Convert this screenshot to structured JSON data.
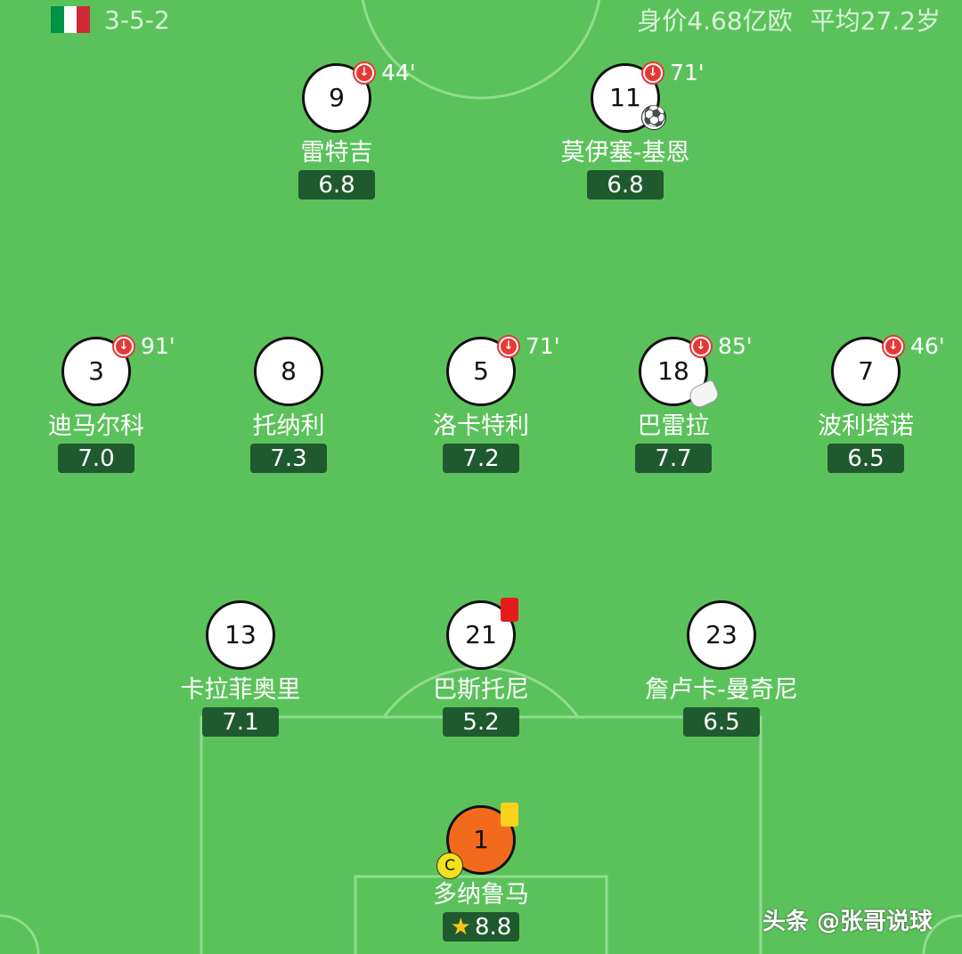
{
  "header": {
    "formation": "3-5-2",
    "value": "身价4.68亿欧",
    "avg_age": "平均27.2岁",
    "flag_colors": [
      "#009246",
      "#ffffff",
      "#ce2b37"
    ]
  },
  "colors": {
    "pitch": "#5bc25b",
    "pitch_lines": "#8fdc8f",
    "rating_bg": "#1f5a2e",
    "sub_icon": "#e53935",
    "gk_shirt": "#f26b1d",
    "red_card": "#e61c1c",
    "yellow_card": "#f8d21d"
  },
  "players": [
    {
      "number": "9",
      "name": "雷特吉",
      "rating": "6.8",
      "sub_minute": "44'",
      "events": [
        "substitution-out"
      ]
    },
    {
      "number": "11",
      "name": "莫伊塞-基恩",
      "rating": "6.8",
      "sub_minute": "71'",
      "events": [
        "substitution-out",
        "goal"
      ]
    },
    {
      "number": "3",
      "name": "迪马尔科",
      "rating": "7.0",
      "sub_minute": "91'",
      "events": [
        "substitution-out"
      ]
    },
    {
      "number": "8",
      "name": "托纳利",
      "rating": "7.3",
      "sub_minute": "",
      "events": []
    },
    {
      "number": "5",
      "name": "洛卡特利",
      "rating": "7.2",
      "sub_minute": "71'",
      "events": [
        "substitution-out"
      ]
    },
    {
      "number": "18",
      "name": "巴雷拉",
      "rating": "7.7",
      "sub_minute": "85'",
      "events": [
        "substitution-out",
        "assist"
      ]
    },
    {
      "number": "7",
      "name": "波利塔诺",
      "rating": "6.5",
      "sub_minute": "46'",
      "events": [
        "substitution-out"
      ]
    },
    {
      "number": "13",
      "name": "卡拉菲奥里",
      "rating": "7.1",
      "sub_minute": "",
      "events": []
    },
    {
      "number": "21",
      "name": "巴斯托尼",
      "rating": "5.2",
      "sub_minute": "",
      "events": [
        "red-card"
      ]
    },
    {
      "number": "23",
      "name": "詹卢卡-曼奇尼",
      "rating": "6.5",
      "sub_minute": "",
      "events": []
    },
    {
      "number": "1",
      "name": "多纳鲁马",
      "rating": "8.8",
      "sub_minute": "",
      "events": [
        "yellow-card",
        "captain",
        "man-of-the-match"
      ],
      "captain_label": "C",
      "star_icon": "★"
    }
  ],
  "watermark": "头条 @张哥说球"
}
